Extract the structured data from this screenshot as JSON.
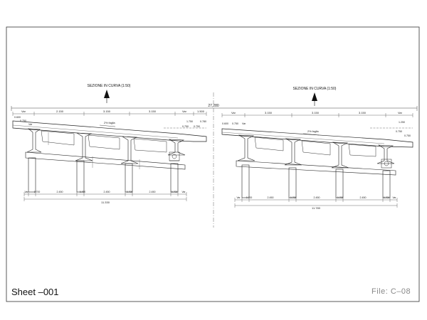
{
  "sheet": {
    "label": "Sheet  –001",
    "file": "File: C–08"
  },
  "overall_dimension": "27,280",
  "sections": [
    {
      "title": "SEZIONE IN CURVA (1:50)",
      "top_dims": [
        "Var",
        "2.150",
        "3.150",
        "3.150",
        "Var",
        "1.500"
      ],
      "left_dims": [
        "0.600",
        "0.750",
        "Var"
      ],
      "slope_label": "2% faglia",
      "right_dims": [
        "1.750",
        "0.780",
        "0.750",
        "0.750"
      ],
      "bottom_dims": [
        "Var",
        "0.700",
        "2.450",
        "0.700",
        "2.450",
        "0.700",
        "2.450",
        "0.700",
        "Var"
      ],
      "total": "11.330"
    },
    {
      "title": "SEZIONE IN CURVA (1:50)",
      "top_dims": [
        "Var",
        "3.150",
        "3.150",
        "3.150",
        "Var"
      ],
      "left_dims": [
        "0.600",
        "0.750",
        "Var"
      ],
      "slope_label": "2% faglia",
      "right_dims": [
        "1.250",
        "0.750",
        "0.750"
      ],
      "bottom_dims": [
        "Var",
        "0.700",
        "2.450",
        "0.700",
        "2.450",
        "0.700",
        "2.450",
        "0.700",
        "Var"
      ],
      "total": "11.780"
    }
  ]
}
